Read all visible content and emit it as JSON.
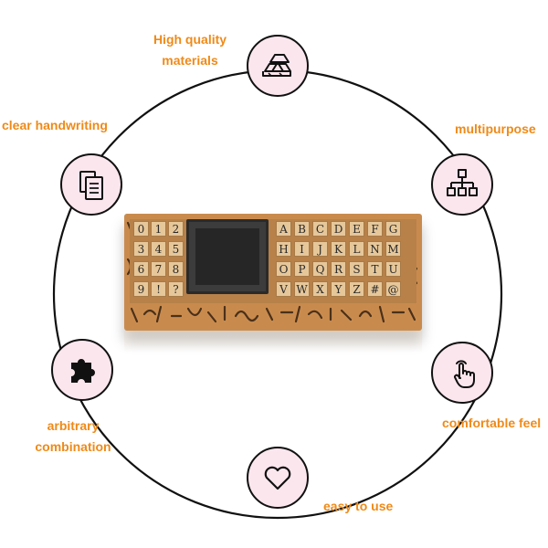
{
  "features": {
    "high_quality": {
      "line1": "High quality",
      "line2": "materials",
      "icon": "gold-bars-icon"
    },
    "clear_handwriting": {
      "label": "clear handwriting",
      "icon": "documents-icon"
    },
    "multipurpose": {
      "label": "multipurpose",
      "icon": "hierarchy-icon"
    },
    "comfortable_feel": {
      "label": "comfortable feel",
      "icon": "touch-hand-icon"
    },
    "easy_to_use": {
      "label": "easy to use",
      "icon": "heart-icon"
    },
    "arbitrary": {
      "line1": "arbitrary",
      "line2": "combination",
      "icon": "puzzle-piece-icon"
    }
  },
  "product": {
    "numbers_grid": [
      [
        "0",
        "1",
        "2"
      ],
      [
        "3",
        "4",
        "5"
      ],
      [
        "6",
        "7",
        "8"
      ],
      [
        "9",
        "!",
        "?"
      ]
    ],
    "letters_grid": [
      [
        "A",
        "B",
        "C",
        "D",
        "E",
        "F",
        "G"
      ],
      [
        "H",
        "I",
        "J",
        "K",
        "L",
        "N",
        "M"
      ],
      [
        "O",
        "P",
        "Q",
        "R",
        "S",
        "T",
        "U"
      ],
      [
        "V",
        "W",
        "X",
        "Y",
        "Z",
        "#",
        "@"
      ]
    ]
  },
  "colors": {
    "label": "#ef8a18",
    "node_fill": "#fbe6ee",
    "ring": "#111111"
  }
}
